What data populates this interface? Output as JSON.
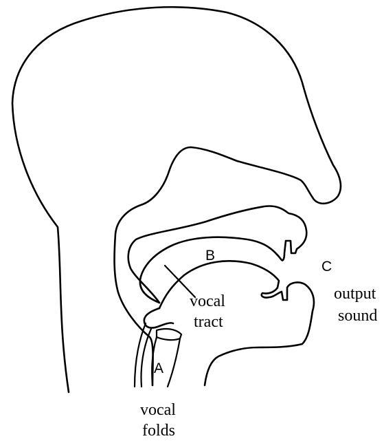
{
  "labels": {
    "a": "A",
    "b": "B",
    "c": "C",
    "vocal_tract_line1": "vocal",
    "vocal_tract_line2": "tract",
    "output_sound_line1": "output",
    "output_sound_line2": "sound",
    "vocal_folds_line1": "vocal",
    "vocal_folds_line2": "folds"
  },
  "colors": {
    "line": "#000000",
    "background": "#ffffff"
  }
}
